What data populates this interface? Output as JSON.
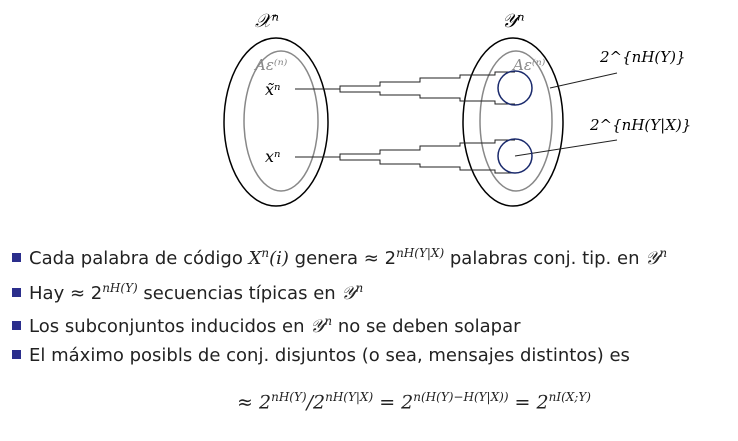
{
  "diagram": {
    "set_x_label": "𝒳ⁿ",
    "set_y_label": "𝒴ⁿ",
    "typical_set_label": "Aε⁽ⁿ⁾",
    "x_tilde_label": "x̃ⁿ",
    "x_label": "xⁿ",
    "y_count_label": "2^{nH(Y)}",
    "y_given_x_count_label": "2^{nH(Y|X)}"
  },
  "bullets": [
    {
      "pre": "Cada palabra de código ",
      "math1": "X",
      "sup1": "n",
      "math1b": "(i)",
      "mid": " genera ≈ 2",
      "sup2": "nH(Y|X)",
      "post": " palabras conj. tip. en ",
      "math2": "𝒴",
      "sup3": "n"
    },
    {
      "pre": "Hay ≈ 2",
      "sup1": "nH(Y)",
      "mid": " secuencias típicas en ",
      "math1": "𝒴",
      "sup2": "n"
    },
    {
      "pre": "Los subconjuntos inducidos en ",
      "math1": "𝒴",
      "sup1": "n",
      "post": " no se deben solapar"
    },
    {
      "text": "El máximo posibls de conj. disjuntos (o sea, mensajes distintos) es"
    }
  ],
  "formula": {
    "a": "≈ 2",
    "a_sup": "nH(Y)",
    "b": "/2",
    "b_sup": "nH(Y|X)",
    "c": " = 2",
    "c_sup": "n(H(Y)−H(Y|X))",
    "d": " = 2",
    "d_sup": "nI(X;Y)"
  },
  "colors": {
    "bullet": "#2b2e8c",
    "inner_set": "#888888",
    "circle": "#1a2a6c"
  }
}
